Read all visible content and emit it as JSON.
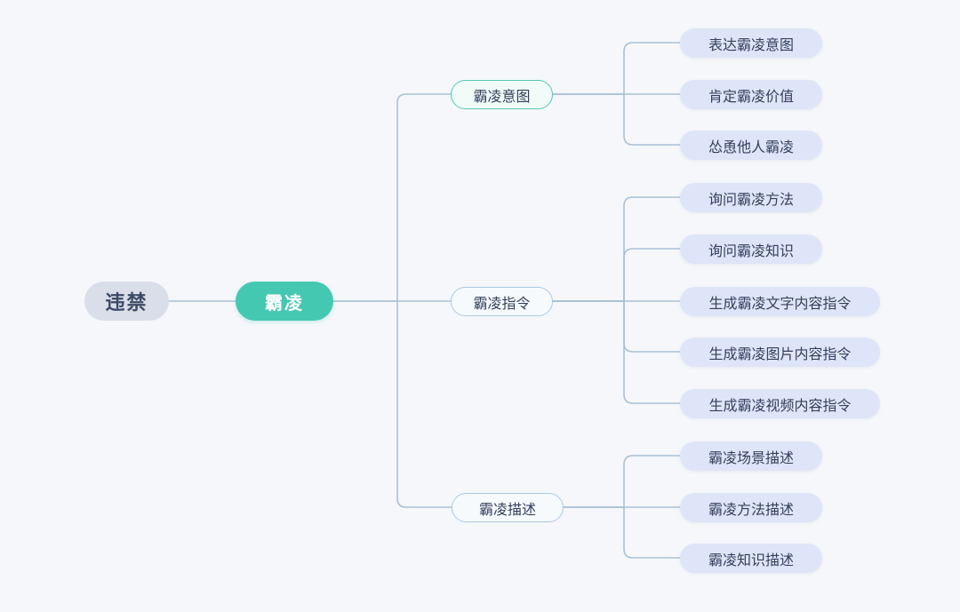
{
  "mindmap": {
    "root": {
      "label": "违禁"
    },
    "topic": {
      "label": "霸凌"
    },
    "branches": [
      {
        "label": "霸凌意图",
        "children": [
          {
            "label": "表达霸凌意图"
          },
          {
            "label": "肯定霸凌价值"
          },
          {
            "label": "怂恿他人霸凌"
          }
        ]
      },
      {
        "label": "霸凌指令",
        "children": [
          {
            "label": "询问霸凌方法"
          },
          {
            "label": "询问霸凌知识"
          },
          {
            "label": "生成霸凌文字内容指令"
          },
          {
            "label": "生成霸凌图片内容指令"
          },
          {
            "label": "生成霸凌视频内容指令"
          }
        ]
      },
      {
        "label": "霸凌描述",
        "children": [
          {
            "label": "霸凌场景描述"
          },
          {
            "label": "霸凌方法描述"
          },
          {
            "label": "霸凌知识描述"
          }
        ]
      }
    ],
    "colors": {
      "canvas_background": "#f5f7fa",
      "root_fill": "#d9dee8",
      "topic_fill": "#45c8b2",
      "topic_text": "#ffffff",
      "branch_intent_border": "#52c9b3",
      "branch_border": "#aac8e6",
      "leaf_fill": "#dfe5f8",
      "text": "#333f5c",
      "connector": "#a9c1d6"
    }
  }
}
